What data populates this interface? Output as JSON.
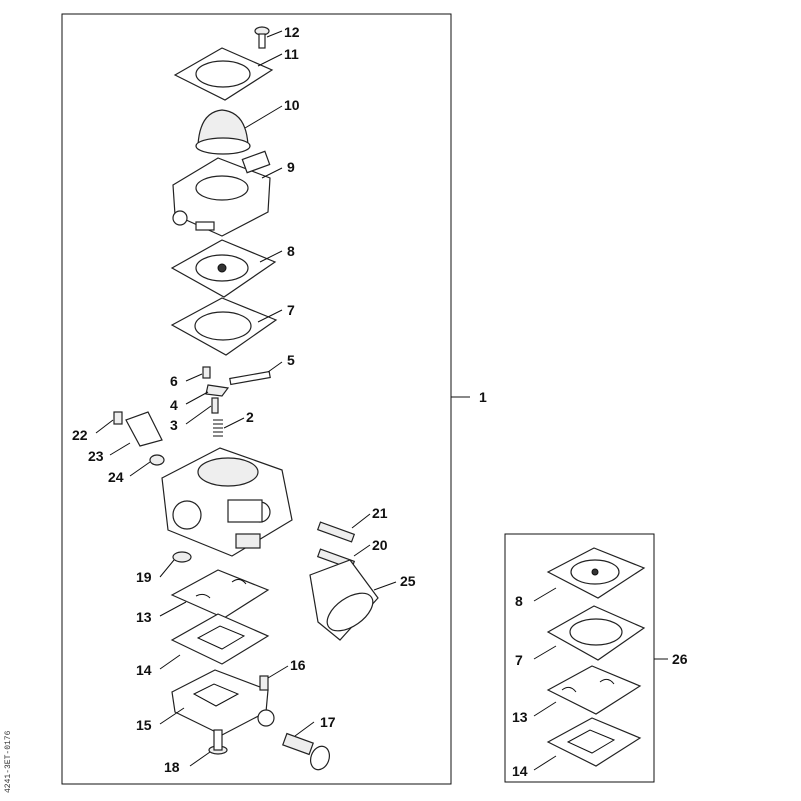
{
  "labels": {
    "l1": "1",
    "l2": "2",
    "l3": "3",
    "l4": "4",
    "l5": "5",
    "l6": "6",
    "l7": "7",
    "l8": "8",
    "l9": "9",
    "l10": "10",
    "l11": "11",
    "l12": "12",
    "l13": "13",
    "l14": "14",
    "l15": "15",
    "l16": "16",
    "l17": "17",
    "l18": "18",
    "l19": "19",
    "l20": "20",
    "l21": "21",
    "l22": "22",
    "l23": "23",
    "l24": "24",
    "l25": "25",
    "l26": "26",
    "k8": "8",
    "k7": "7",
    "k13": "13",
    "k14": "14"
  },
  "side_code": "4241-3ET-0176",
  "colors": {
    "line": "#111111",
    "background": "#ffffff"
  }
}
